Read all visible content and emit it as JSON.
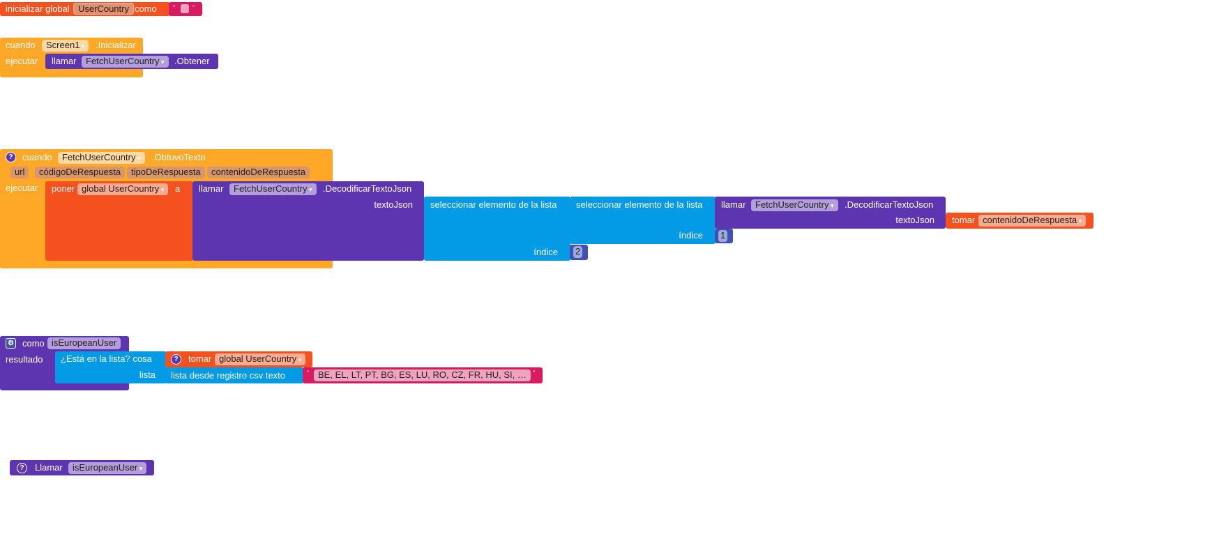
{
  "init_global": {
    "label": "inicializar global",
    "name": "UserCountry",
    "como": "como",
    "open_quote": "“",
    "close_quote": "”"
  },
  "screen_event": {
    "cuando": "cuando",
    "component": "Screen1",
    "event": ".Inicializar",
    "ejecutar": "ejecutar",
    "call": {
      "llamar": "llamar",
      "component": "FetchUserCountry",
      "method": ".Obtener"
    }
  },
  "got_text_event": {
    "cuando": "cuando",
    "component": "FetchUserCountry",
    "event": ".ObtuvoTexto",
    "params": [
      "url",
      "códigoDeRespuesta",
      "tipoDeRespuesta",
      "contenidoDeRespuesta"
    ],
    "ejecutar": "ejecutar",
    "set": {
      "poner": "poner",
      "var": "global UserCountry",
      "a": "a"
    },
    "call1": {
      "llamar": "llamar",
      "component": "FetchUserCountry",
      "method": ".DecodificarTextoJson",
      "arg": "textoJson"
    },
    "select1": {
      "label": "seleccionar elemento de la lista",
      "indice": "índice",
      "index_value": "2"
    },
    "select2": {
      "label": "seleccionar elemento de la lista",
      "indice": "índice",
      "index_value": "1"
    },
    "call2": {
      "llamar": "llamar",
      "component": "FetchUserCountry",
      "method": ".DecodificarTextoJson",
      "arg": "textoJson"
    },
    "get": {
      "tomar": "tomar",
      "var": "contenidoDeRespuesta"
    }
  },
  "procedure": {
    "como": "como",
    "name": "isEuropeanUser",
    "resultado": "resultado",
    "is_in_list": {
      "label": "¿Está en la lista? cosa",
      "lista": "lista"
    },
    "get": {
      "tomar": "tomar",
      "var": "global UserCountry"
    },
    "csv": {
      "label": "lista desde registro csv  texto"
    },
    "text": {
      "open_quote": "“",
      "value": "BE, EL, LT, PT, BG, ES, LU, RO, CZ, FR, HU, SI, …",
      "close_quote": "”"
    }
  },
  "call_proc": {
    "llamar": "Llamar",
    "name": "isEuropeanUser"
  },
  "colors": {
    "event": "#FFA726",
    "variable": "#F4511E",
    "procedure": "#5E35B1",
    "list": "#039BE5",
    "text": "#D81B60",
    "math": "#3F51B5"
  }
}
